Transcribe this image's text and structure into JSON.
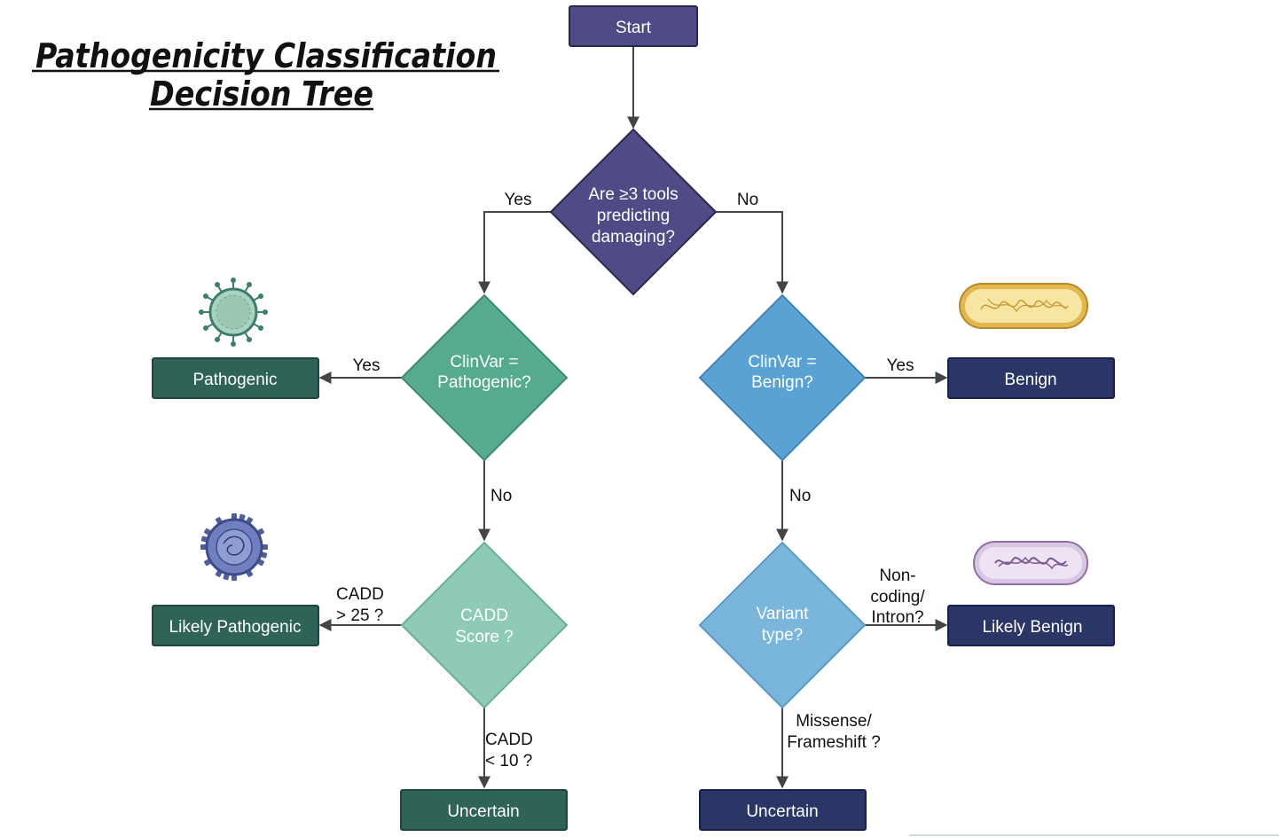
{
  "title": {
    "line1": "Pathogenicity Classification",
    "line2": "Decision Tree"
  },
  "nodes": {
    "start": "Start",
    "q_tools": [
      "Are ≥3 tools",
      "predicting",
      "damaging?"
    ],
    "q_clinvar_path": [
      "ClinVar =",
      "Pathogenic?"
    ],
    "q_clinvar_benign": [
      "ClinVar =",
      "Benign?"
    ],
    "q_cadd": [
      "CADD",
      "Score ?"
    ],
    "q_variant": [
      "Variant",
      "type?"
    ],
    "pathogenic": "Pathogenic",
    "likely_pathogenic": "Likely Pathogenic",
    "uncertain_left": "Uncertain",
    "benign": "Benign",
    "likely_benign": "Likely Benign",
    "uncertain_right": "Uncertain"
  },
  "edges": {
    "tools_yes": "Yes",
    "tools_no": "No",
    "clinvar_path_yes": "Yes",
    "clinvar_path_no": "No",
    "clinvar_benign_yes": "Yes",
    "clinvar_benign_no": "No",
    "cadd_high": [
      "CADD",
      "> 25 ?"
    ],
    "cadd_low": [
      "CADD",
      "< 10 ?"
    ],
    "variant_noncoding": [
      "Non-",
      "coding/",
      "Intron?"
    ],
    "variant_missense": [
      "Missense/",
      "Frameshift ?"
    ]
  },
  "icons": [
    "virus-icon",
    "virus-spiked-icon",
    "bacterium-icon",
    "bacterium-purple-icon"
  ],
  "colors": {
    "start": "#4e4b86",
    "q_tools": "#4e4b86",
    "q_clinvar_path": "#55ab8c",
    "q_cadd": "#8ecab5",
    "q_clinvar_benign": "#5aa2d3",
    "q_variant": "#7ab5db",
    "outcome_green": "#2f6357",
    "outcome_navy": "#2b3566"
  }
}
